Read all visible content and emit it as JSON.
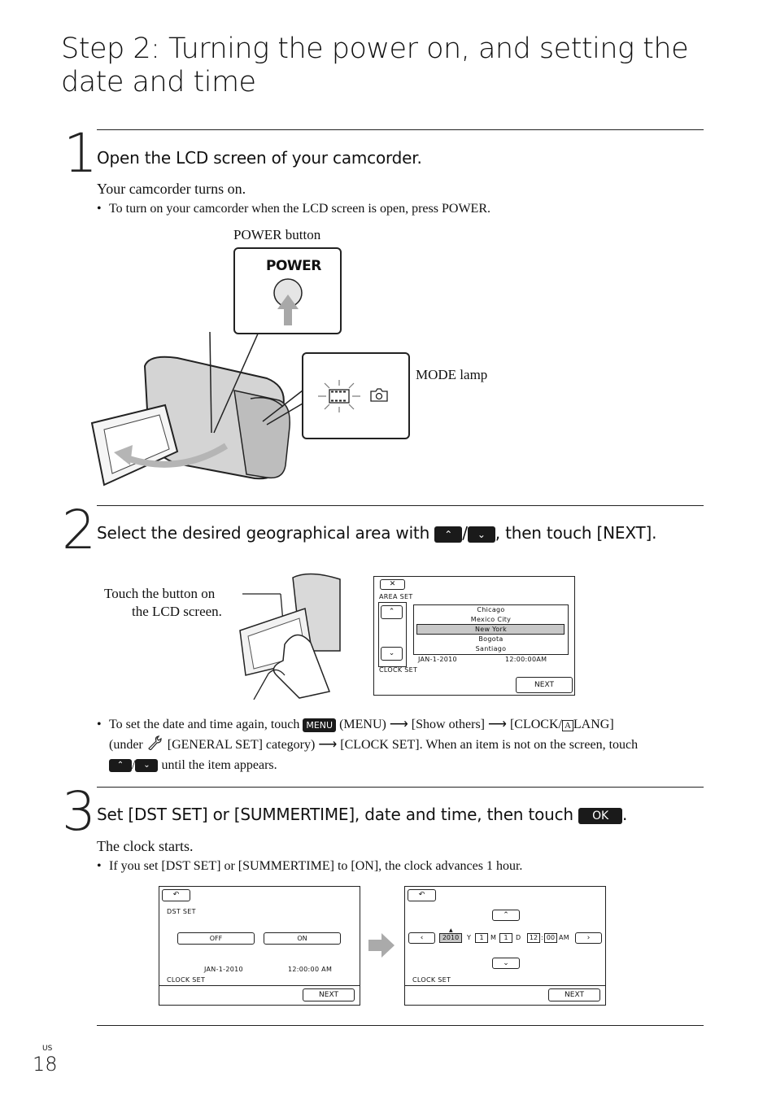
{
  "page": {
    "title": "Step 2: Turning the power on, and setting the date and time",
    "page_number": "18",
    "region_code": "US"
  },
  "step1": {
    "number": "1",
    "heading": "Open the LCD screen of your camcorder.",
    "body": "Your camcorder turns on.",
    "bullet": "To turn on your camcorder when the LCD screen is open, press POWER.",
    "label_power_button": "POWER button",
    "power_text": "POWER",
    "label_mode_lamp": "MODE lamp"
  },
  "step2": {
    "number": "2",
    "heading_pre": "Select the desired geographical area with",
    "heading_slash": "/",
    "heading_post": ", then touch [NEXT].",
    "touch_label_1": "Touch the button on",
    "touch_label_2": "the LCD screen.",
    "area_screen": {
      "close_glyph": "✕",
      "area_set": "AREA SET",
      "cities": [
        "Chicago",
        "Mexico City",
        "New York",
        "Bogota",
        "Santiago"
      ],
      "selected_index": 2,
      "date": "JAN-1-2010",
      "time": "12:00:00AM",
      "clock_set": "CLOCK SET",
      "next": "NEXT"
    },
    "bullet_a": "To set the date and time again, touch",
    "menu_label": "MENU",
    "bullet_b": "(MENU)",
    "bullet_c": "[Show others]",
    "bullet_d": "[CLOCK/",
    "lang_icon": "A",
    "bullet_e": "LANG]",
    "bullet_f": "(under",
    "bullet_g": "[GENERAL SET] category)",
    "bullet_h": "[CLOCK SET]. When an item is not on the screen, touch",
    "bullet_slash": "/",
    "bullet_i": "until the item appears."
  },
  "step3": {
    "number": "3",
    "heading": "Set [DST SET] or [SUMMERTIME], date and time, then touch",
    "ok_label": "OK",
    "heading_end": ".",
    "body": "The clock starts.",
    "bullet": "If you set [DST SET] or [SUMMERTIME] to [ON], the clock advances 1 hour.",
    "dst_screen": {
      "dst_set": "DST SET",
      "off": "OFF",
      "on": "ON",
      "date": "JAN-1-2010",
      "time": "12:00:00 AM",
      "clock_set": "CLOCK SET",
      "next": "NEXT"
    },
    "clock_screen": {
      "year": "2010",
      "y_label": "Y",
      "month": "1",
      "m_label": "M",
      "day": "1",
      "d_label": "D",
      "hour": "12",
      "colon": ":",
      "minute": "00",
      "ampm": "AM",
      "clock_set": "CLOCK SET",
      "next": "NEXT"
    }
  },
  "colors": {
    "ink": "#111111",
    "selected_row": "#c8c8c8",
    "illustration_gray": "#d9d9d9"
  },
  "icons": [
    "up-icon",
    "down-icon",
    "arrow-right-icon",
    "wrench-icon",
    "back-icon",
    "film-icon",
    "camera-icon"
  ]
}
